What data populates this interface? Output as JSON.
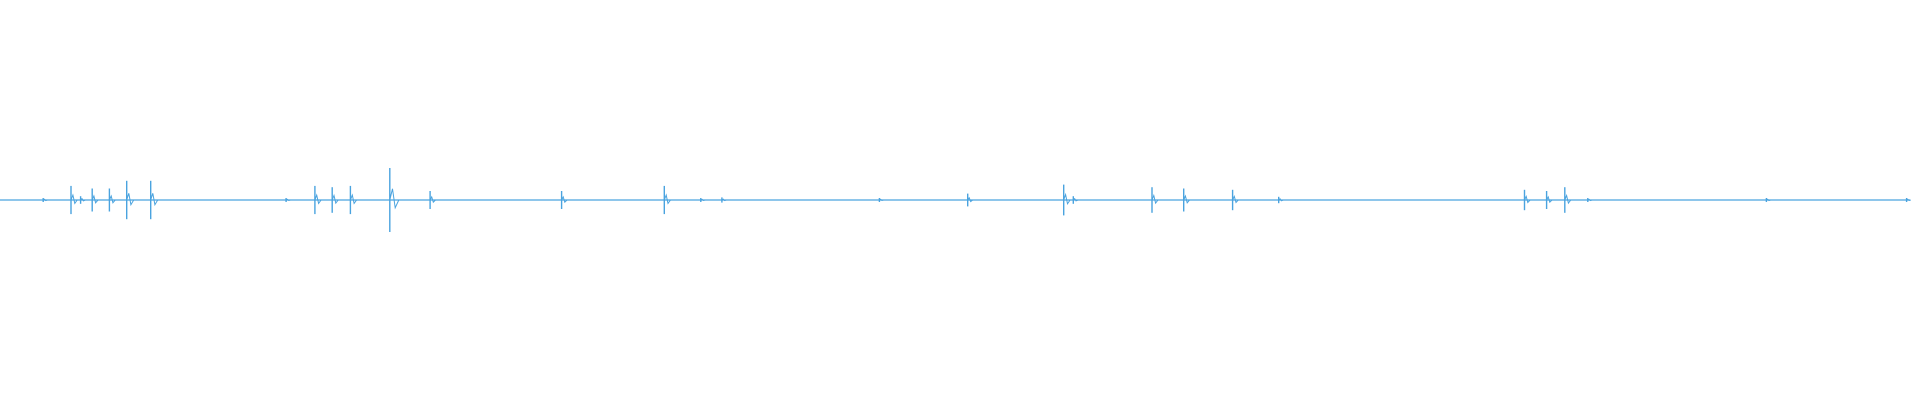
{
  "waveform": {
    "color": "#4aa3df",
    "duration_fraction_shown": 0.995,
    "peaks": [
      {
        "t": 0.0225,
        "amp": 0.02
      },
      {
        "t": 0.037,
        "amp": 0.22
      },
      {
        "t": 0.042,
        "amp": 0.06
      },
      {
        "t": 0.048,
        "amp": 0.18
      },
      {
        "t": 0.057,
        "amp": 0.18
      },
      {
        "t": 0.066,
        "amp": 0.3
      },
      {
        "t": 0.0785,
        "amp": 0.3
      },
      {
        "t": 0.149,
        "amp": 0.03
      },
      {
        "t": 0.164,
        "amp": 0.22
      },
      {
        "t": 0.173,
        "amp": 0.2
      },
      {
        "t": 0.1825,
        "amp": 0.22
      },
      {
        "t": 0.203,
        "amp": 0.5
      },
      {
        "t": 0.224,
        "amp": 0.14
      },
      {
        "t": 0.2925,
        "amp": 0.14
      },
      {
        "t": 0.346,
        "amp": 0.22
      },
      {
        "t": 0.365,
        "amp": 0.03
      },
      {
        "t": 0.376,
        "amp": 0.04
      },
      {
        "t": 0.458,
        "amp": 0.02
      },
      {
        "t": 0.504,
        "amp": 0.1
      },
      {
        "t": 0.554,
        "amp": 0.24
      },
      {
        "t": 0.559,
        "amp": 0.06
      },
      {
        "t": 0.6,
        "amp": 0.2
      },
      {
        "t": 0.6165,
        "amp": 0.18
      },
      {
        "t": 0.642,
        "amp": 0.16
      },
      {
        "t": 0.666,
        "amp": 0.05
      },
      {
        "t": 0.794,
        "amp": 0.16
      },
      {
        "t": 0.8055,
        "amp": 0.14
      },
      {
        "t": 0.815,
        "amp": 0.2
      },
      {
        "t": 0.827,
        "amp": 0.02
      },
      {
        "t": 0.92,
        "amp": 0.02
      },
      {
        "t": 0.993,
        "amp": 0.02
      }
    ]
  }
}
